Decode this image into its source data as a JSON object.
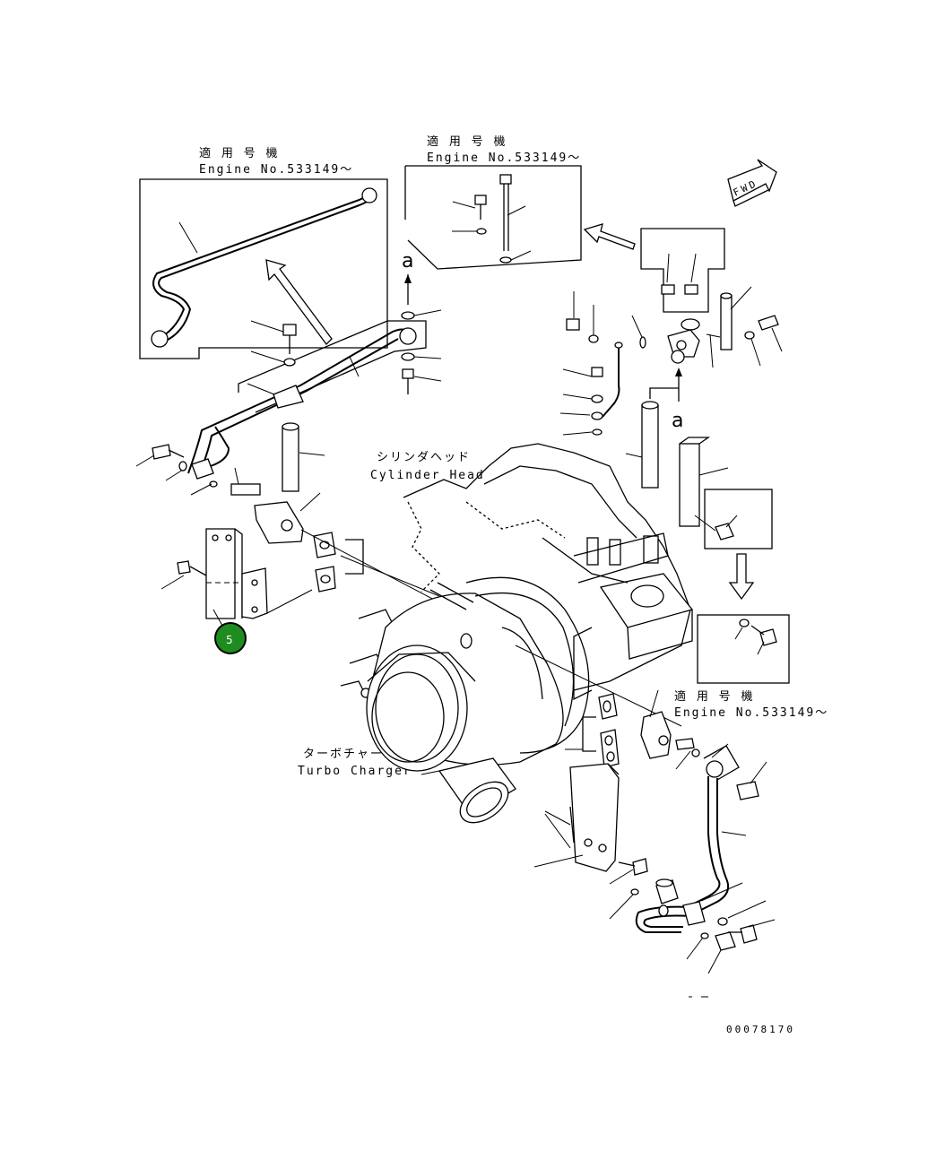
{
  "callouts": {
    "applicable_top_left": "適 用 号 機",
    "engine_no_top_left": "Engine No.533149～",
    "applicable_top_center": "適 用 号 機",
    "engine_no_top_center": "Engine No.533149～",
    "applicable_right": "適 用 号 機",
    "engine_no_right": "Engine No.533149～"
  },
  "labels": {
    "cylinder_head_jp": "シリンダヘッド",
    "cylinder_head_en": "Cylinder Head",
    "turbo_charger_jp": "ターボチャージャ",
    "turbo_charger_en": "Turbo Charger",
    "fwd": "FWD",
    "a_top": "a",
    "a_right": "a"
  },
  "hotspot": {
    "number": "5",
    "color": "#1e8c1e"
  },
  "drawing_number": "00078170"
}
